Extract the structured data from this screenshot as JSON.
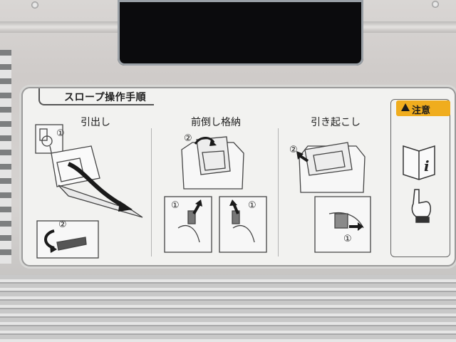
{
  "panel": {
    "title": "スロープ操作手順",
    "sections": [
      {
        "label": "引出し"
      },
      {
        "label": "前倒し格納"
      },
      {
        "label": "引き起こし"
      }
    ],
    "caution": {
      "label": "注意"
    },
    "step_numbers": {
      "one": "①",
      "two": "②"
    }
  },
  "colors": {
    "caution_accent": "#f0ad1e",
    "panel_bg": "#f2f2f0",
    "line": "#444444"
  }
}
